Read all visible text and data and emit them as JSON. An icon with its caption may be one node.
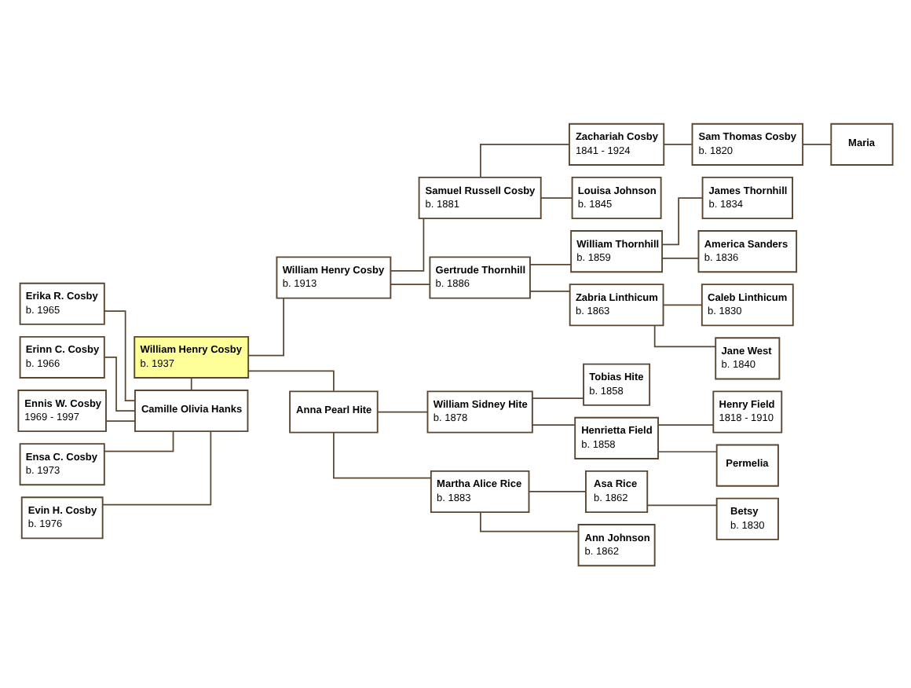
{
  "diagram": {
    "nodes": [
      {
        "text": [
          "Erika R. Cosby",
          "b. 1965"
        ]
      },
      {
        "text": [
          "Erinn C. Cosby",
          "b. 1966"
        ]
      },
      {
        "text": [
          "Ennis W. Cosby",
          "1969 - 1997"
        ]
      },
      {
        "text": [
          "Ensa C. Cosby",
          "b. 1973"
        ]
      },
      {
        "text": [
          "Evin H. Cosby",
          "b. 1976"
        ]
      },
      {
        "text": [
          "William Henry Cosby",
          "b. 1937"
        ]
      },
      {
        "text": [
          "Camille Olivia Hanks"
        ]
      },
      {
        "text": [
          "William Henry Cosby",
          "b. 1913"
        ]
      },
      {
        "text": [
          "Anna Pearl Hite"
        ]
      },
      {
        "text": [
          "Samuel Russell Cosby",
          "b. 1881"
        ]
      },
      {
        "text": [
          "Gertrude Thornhill",
          "b. 1886"
        ]
      },
      {
        "text": [
          "William Sidney Hite",
          "b. 1878"
        ]
      },
      {
        "text": [
          "Martha Alice Rice",
          "b. 1883"
        ]
      },
      {
        "text": [
          "Zachariah Cosby",
          "1841 - 1924"
        ]
      },
      {
        "text": [
          "Louisa Johnson",
          "b. 1845"
        ]
      },
      {
        "text": [
          "William Thornhill",
          "b. 1859"
        ]
      },
      {
        "text": [
          "Zabria Linthicum",
          "b. 1863"
        ]
      },
      {
        "text": [
          "Tobias Hite",
          "b. 1858"
        ]
      },
      {
        "text": [
          "Henrietta Field",
          "b. 1858"
        ]
      },
      {
        "text": [
          "Asa Rice",
          "b. 1862"
        ]
      },
      {
        "text": [
          "Ann Johnson",
          "b. 1862"
        ]
      },
      {
        "text": [
          "Sam Thomas Cosby",
          "b. 1820"
        ]
      },
      {
        "text": [
          "James Thornhill",
          "b. 1834"
        ]
      },
      {
        "text": [
          "America Sanders",
          "b. 1836"
        ]
      },
      {
        "text": [
          "Caleb Linthicum",
          "b. 1830"
        ]
      },
      {
        "text": [
          "Jane West",
          "b. 1840"
        ]
      },
      {
        "text": [
          "Henry Field",
          "1818 - 1910"
        ]
      },
      {
        "text": [
          "Permelia"
        ]
      },
      {
        "text": [
          "Betsy",
          "b. 1830"
        ]
      },
      {
        "text": [
          "Maria"
        ]
      }
    ],
    "edges": [
      {
        "from": 0,
        "to": 6,
        "arrow": "none"
      },
      {
        "from": 1,
        "to": 6,
        "arrow": "none"
      },
      {
        "from": 2,
        "to": 6,
        "arrow": "none"
      },
      {
        "from": 3,
        "to": 6,
        "arrow": "none"
      },
      {
        "from": 4,
        "to": 6,
        "arrow": "none"
      },
      {
        "from": 5,
        "to": 6,
        "arrow": "none"
      },
      {
        "from": 5,
        "to": 7,
        "arrow": "none"
      },
      {
        "from": 5,
        "to": 8,
        "arrow": "none"
      },
      {
        "from": 7,
        "to": 9,
        "arrow": "none"
      },
      {
        "from": 7,
        "to": 10,
        "arrow": "none"
      },
      {
        "from": 8,
        "to": 11,
        "arrow": "none"
      },
      {
        "from": 8,
        "to": 12,
        "arrow": "none"
      },
      {
        "from": 9,
        "to": 13,
        "arrow": "none"
      },
      {
        "from": 9,
        "to": 14,
        "arrow": "none"
      },
      {
        "from": 10,
        "to": 15,
        "arrow": "none"
      },
      {
        "from": 10,
        "to": 16,
        "arrow": "none"
      },
      {
        "from": 11,
        "to": 17,
        "arrow": "none"
      },
      {
        "from": 11,
        "to": 18,
        "arrow": "none"
      },
      {
        "from": 12,
        "to": 19,
        "arrow": "none"
      },
      {
        "from": 12,
        "to": 20,
        "arrow": "none"
      },
      {
        "from": 13,
        "to": 21,
        "arrow": "none"
      },
      {
        "from": 15,
        "to": 22,
        "arrow": "none"
      },
      {
        "from": 15,
        "to": 23,
        "arrow": "none"
      },
      {
        "from": 16,
        "to": 24,
        "arrow": "none"
      },
      {
        "from": 16,
        "to": 25,
        "arrow": "none"
      },
      {
        "from": 18,
        "to": 26,
        "arrow": "none"
      },
      {
        "from": 18,
        "to": 27,
        "arrow": "none"
      },
      {
        "from": 19,
        "to": 28,
        "arrow": "none"
      },
      {
        "from": 21,
        "to": 29,
        "arrow": "none"
      }
    ]
  }
}
